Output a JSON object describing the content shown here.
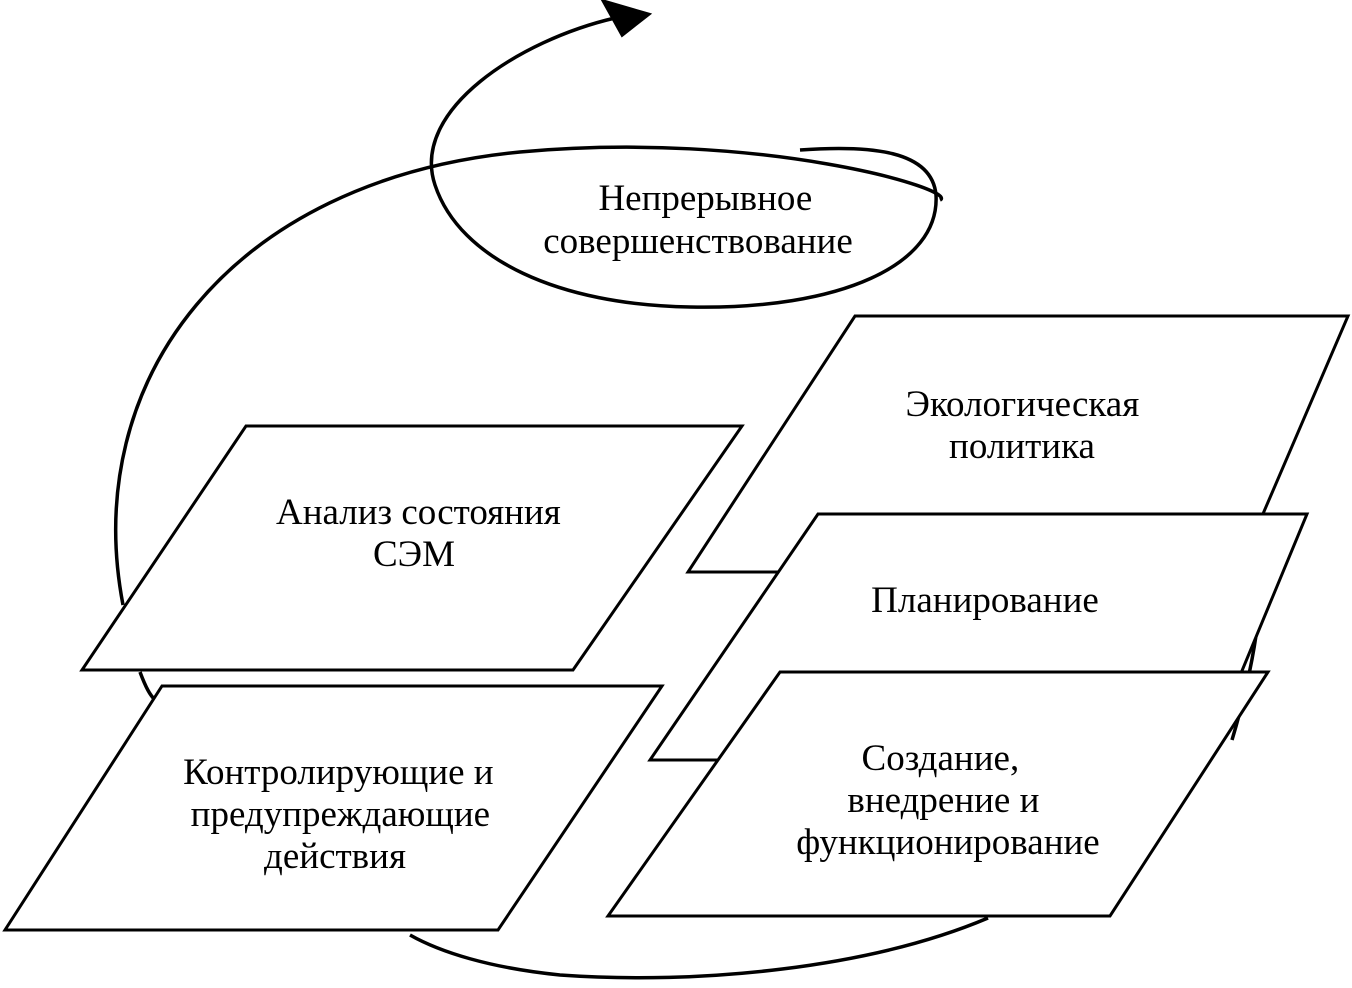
{
  "diagram": {
    "center_label": [
      "Непрерывное",
      "совершенствование"
    ],
    "stages": {
      "policy": [
        "Экологическая",
        "политика"
      ],
      "planning": [
        "Планирование"
      ],
      "implementation": [
        "Создание,",
        "внедрение и",
        "функционирование"
      ],
      "corrective": [
        "Контролирующие и",
        "предупреждающие",
        "действия"
      ],
      "review": [
        "Анализ состояния",
        "СЭМ"
      ]
    }
  }
}
